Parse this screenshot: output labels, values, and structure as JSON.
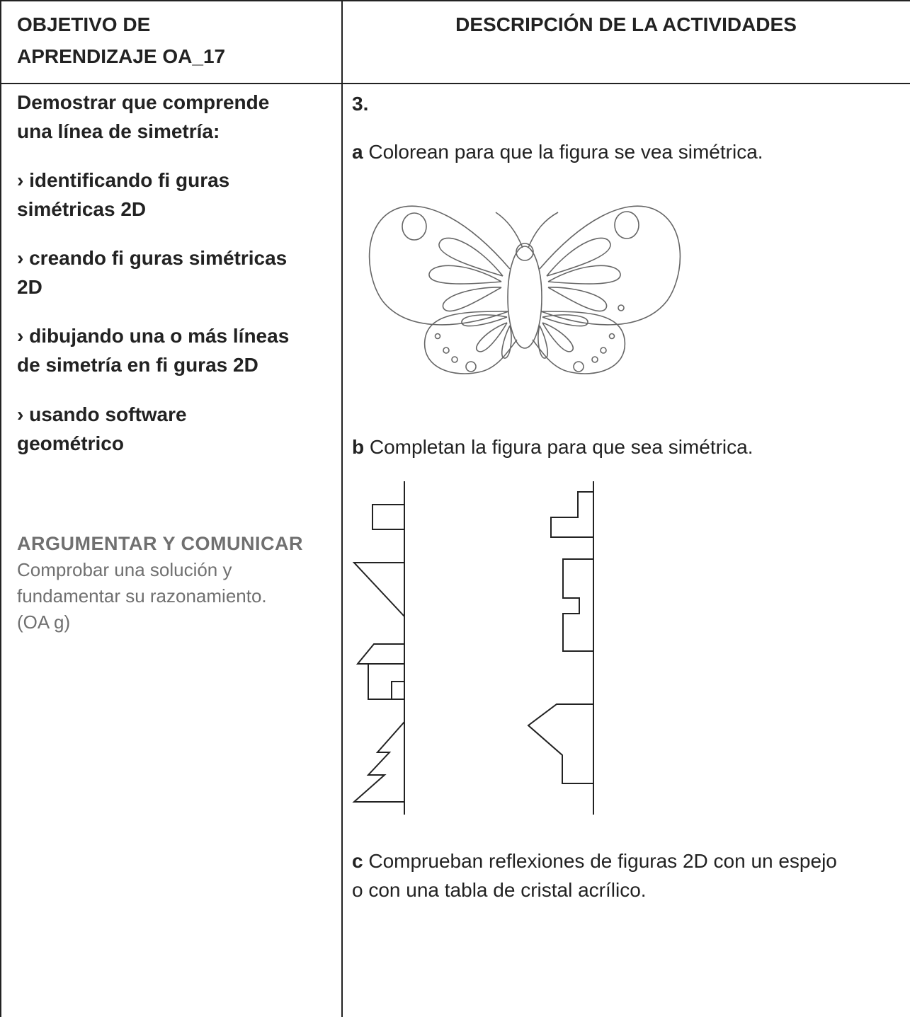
{
  "header": {
    "objective_line1": "OBJETIVO DE",
    "objective_line2": "APRENDIZAJE OA_17",
    "activities": "DESCRIPCIÓN DE LA ACTIVIDADES"
  },
  "objectives": {
    "intro_line1": "Demostrar que comprende",
    "intro_line2": "una línea de simetría:",
    "items": [
      {
        "line1": "› identificando fi guras",
        "line2": "simétricas 2D"
      },
      {
        "line1": "› creando fi guras simétricas",
        "line2": "2D"
      },
      {
        "line1": "› dibujando una o más líneas",
        "line2": "de simetría en fi guras 2D"
      },
      {
        "line1": "› usando software",
        "line2": "geométrico"
      }
    ]
  },
  "skill": {
    "title": "ARGUMENTAR Y COMUNICAR",
    "line1": "Comprobar una solución y",
    "line2": "fundamentar su razonamiento.",
    "line3": "(OA g)"
  },
  "activities": {
    "number": "3.",
    "a_letter": "a",
    "a_text": " Colorean para que la figura se vea simétrica.",
    "b_letter": "b",
    "b_text": " Completan la figura para que sea simétrica.",
    "c_letter": "c",
    "c_text_line1": " Comprueban reflexiones de figuras 2D con un espejo",
    "c_text_line2": "o con una tabla de cristal acrílico."
  }
}
